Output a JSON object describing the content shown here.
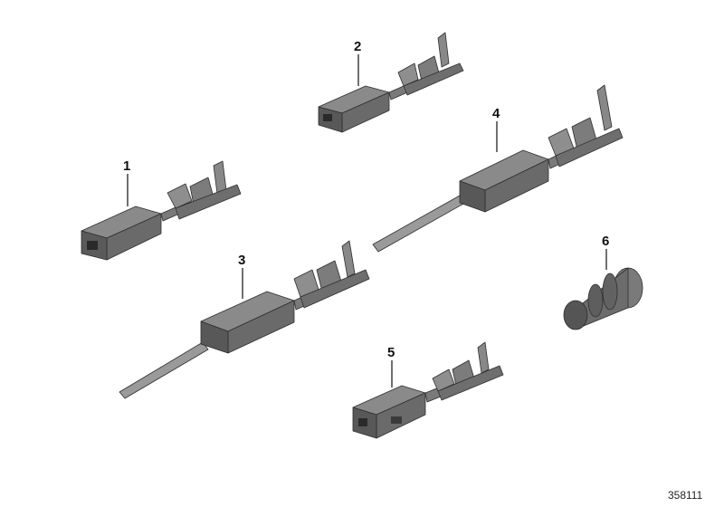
{
  "parts": [
    {
      "number": "1"
    },
    {
      "number": "2"
    },
    {
      "number": "3"
    },
    {
      "number": "4"
    },
    {
      "number": "5"
    },
    {
      "number": "6"
    }
  ],
  "reference_number": "358111",
  "colors": {
    "background": "#ffffff",
    "part_top": "#8c8c8c",
    "part_side": "#6e6e6e",
    "part_front": "#555555",
    "pin_metal": "#9a9a9a",
    "callout_text": "#111111"
  },
  "icons": [
    "terminal-pin-icon",
    "terminal-socket-icon",
    "seal-plug-icon"
  ]
}
